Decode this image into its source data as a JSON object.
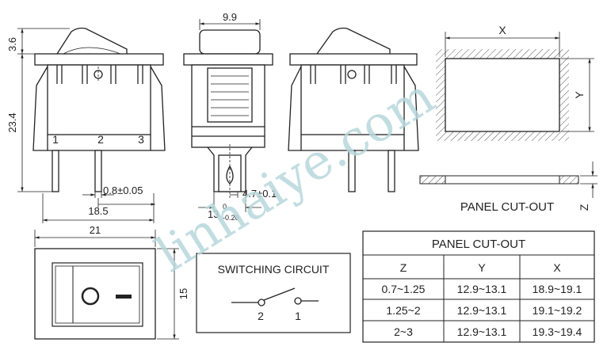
{
  "dimensions": {
    "top_height": "3.6",
    "top_width": "9.9",
    "body_height": "23.4",
    "pin_width": "0.8±0.05",
    "pin_spacing": "18.5",
    "terminal_width": "4.7±0.1",
    "base_width_main": "13",
    "base_width_upper": "0",
    "base_width_lower": "-0.20",
    "front_width": "21",
    "front_height": "15",
    "cutout_x": "X",
    "cutout_y": "Y",
    "cutout_z": "Z"
  },
  "pins": [
    "1",
    "2",
    "3"
  ],
  "panel_cutout_caption": "PANEL CUT-OUT",
  "switching": {
    "title": "SWITCHING CIRCUIT",
    "terminal_left": "2",
    "terminal_right": "1"
  },
  "watermark": "linhaiye.com",
  "table": {
    "title": "PANEL CUT-OUT",
    "headers": [
      "Z",
      "Y",
      "X"
    ],
    "rows": [
      [
        "0.7~1.25",
        "12.9~13.1",
        "18.9~19.1"
      ],
      [
        "1.25~2",
        "12.9~13.1",
        "19.1~19.2"
      ],
      [
        "2~3",
        "12.9~13.1",
        "19.3~19.4"
      ]
    ]
  }
}
